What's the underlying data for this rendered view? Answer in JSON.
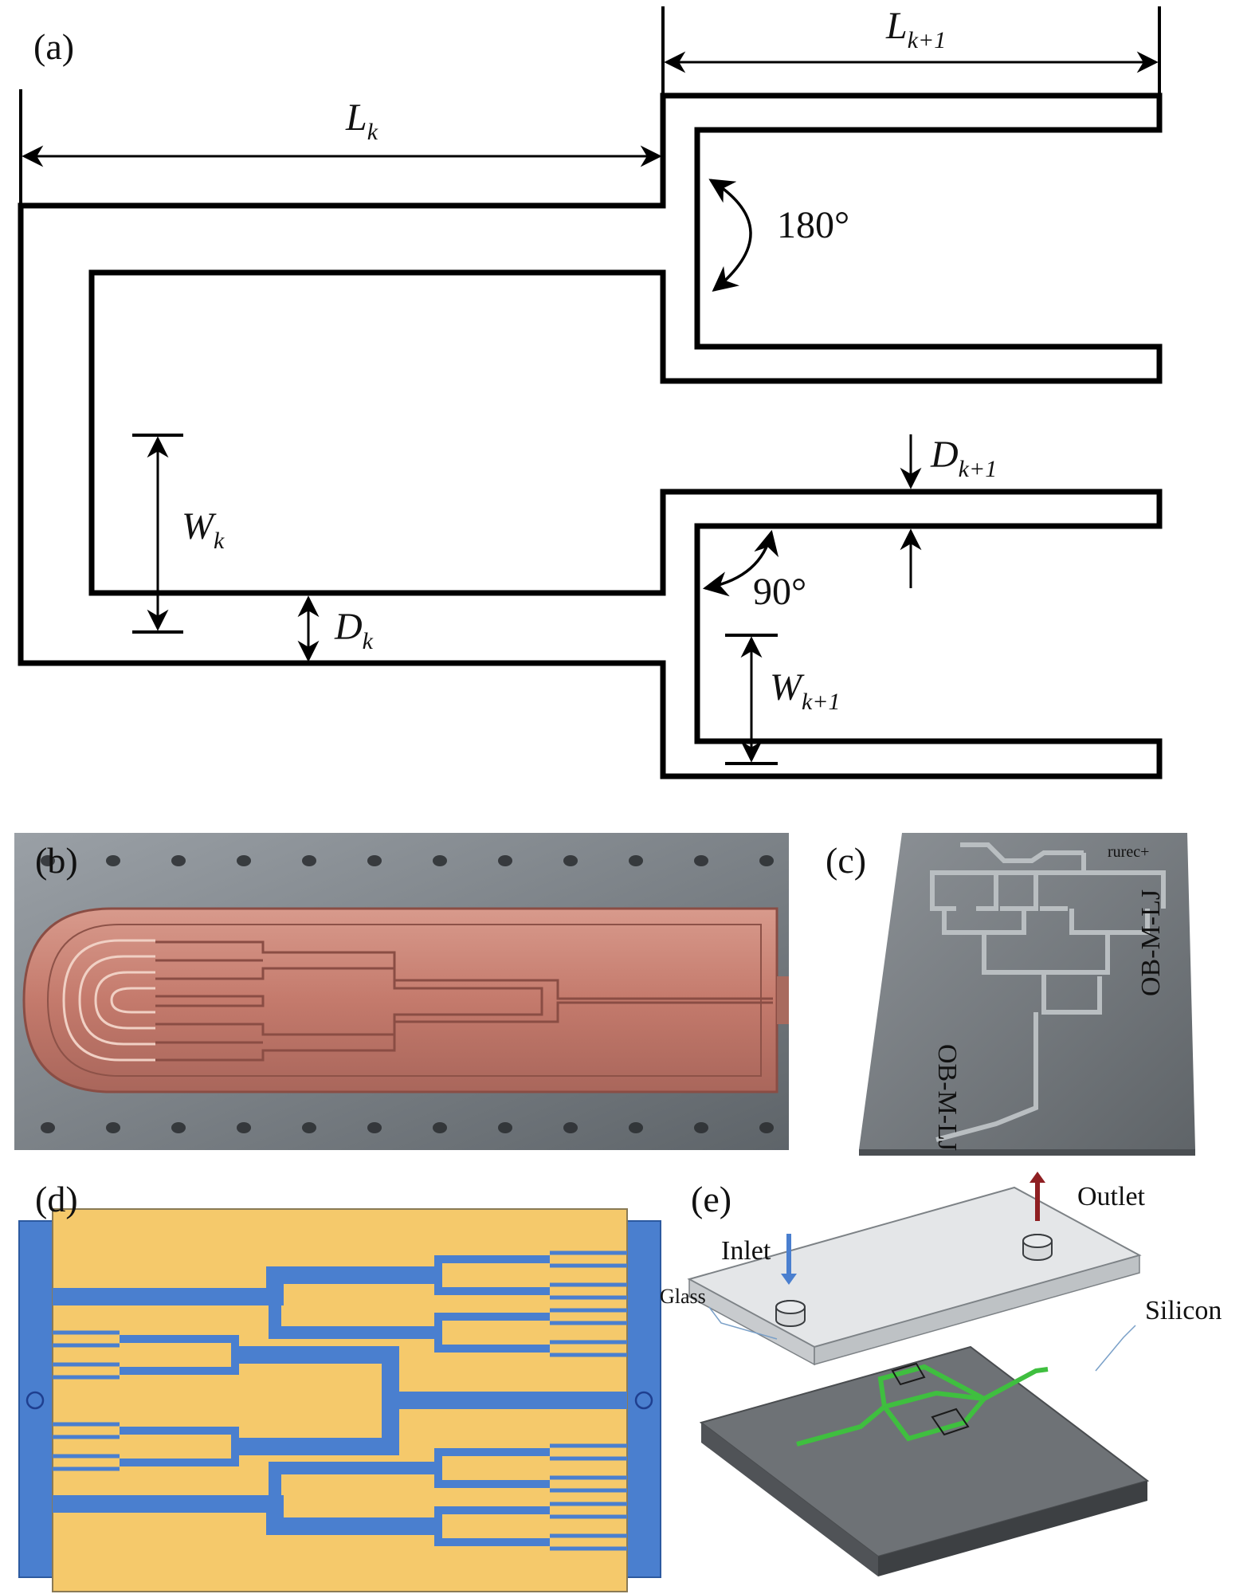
{
  "panels": {
    "a": {
      "label": "(a)",
      "L_k": "L",
      "L_k_sub": "k",
      "L_k1": "L",
      "L_k1_sub": "k+1",
      "angle_180": "180°",
      "angle_90": "90°",
      "W_k": "W",
      "W_k_sub": "k",
      "D_k": "D",
      "D_k_sub": "k",
      "D_k1": "D",
      "D_k1_sub": "k+1",
      "W_k1": "W",
      "W_k1_sub": "k+1"
    },
    "b": {
      "label": "(b)"
    },
    "c": {
      "label": "(c)",
      "engraving_left": "OB-M-LJ",
      "engraving_right": "OB-M-LJ",
      "logo": "rurec+"
    },
    "d": {
      "label": "(d)"
    },
    "e": {
      "label": "(e)",
      "inlet": "Inlet",
      "outlet": "Outlet",
      "glass": "Glass",
      "silicon": "Silicon"
    }
  },
  "colors": {
    "line": "#000000",
    "copper": "#c57e73",
    "gray_chip": "#7b8084",
    "yellow": "#f5c96b",
    "blue": "#4a7fcf",
    "inlet_text": "#1f3f8f",
    "outlet_text": "#8f1f22",
    "channel_green": "#3fbf3f"
  }
}
